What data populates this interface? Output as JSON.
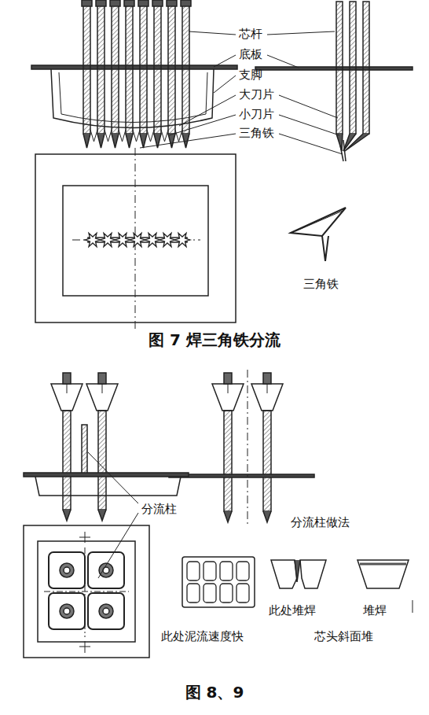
{
  "diagram": {
    "labels": [
      "芯杆",
      "底板",
      "支脚",
      "大刀片",
      "小刀片",
      "三角铁",
      "三角铁",
      "图 7 焊三角铁分流",
      "分流柱",
      "分流柱做法",
      "此处泥流速度快",
      "此处堆焊",
      "堆焊",
      "芯头斜面堆",
      "图 8、9"
    ]
  }
}
